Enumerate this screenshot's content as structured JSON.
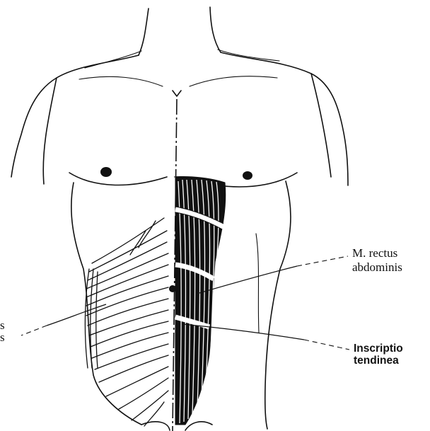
{
  "labels": {
    "rectus_line1": "M. rectus",
    "rectus_line2": "abdominis",
    "inscriptio_line1": "Inscriptio",
    "inscriptio_line2": "tendinea",
    "left_fragment1": "s",
    "left_fragment2": "s"
  },
  "colors": {
    "ink": "#111111",
    "background": "#ffffff"
  }
}
